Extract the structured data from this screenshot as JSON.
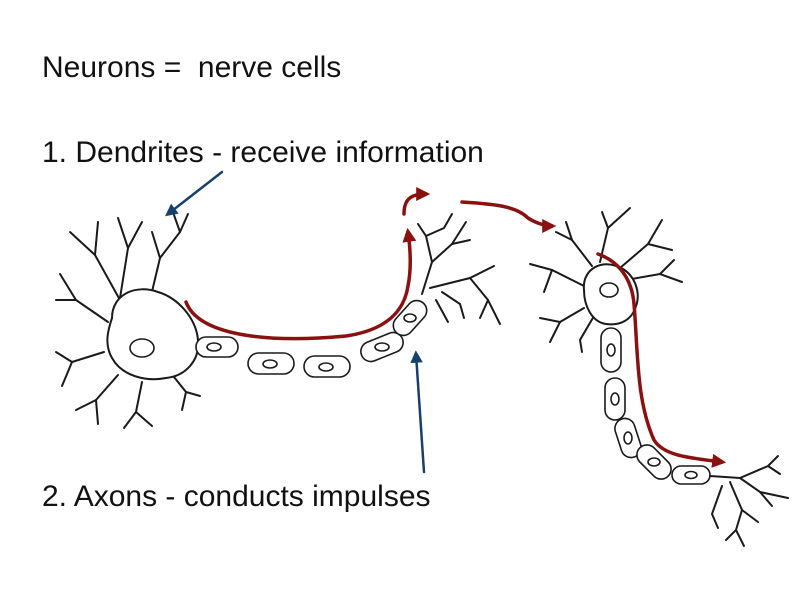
{
  "slide": {
    "title": "Neurons =  nerve cells",
    "point_1": "1. Dendrites - receive information",
    "point_2": "2. Axons - conducts impulses"
  },
  "colors": {
    "impulse_arrow": "#8b1010",
    "pointer_arrow": "#17406d",
    "line_art": "#1a1a1a",
    "background": "#ffffff"
  }
}
